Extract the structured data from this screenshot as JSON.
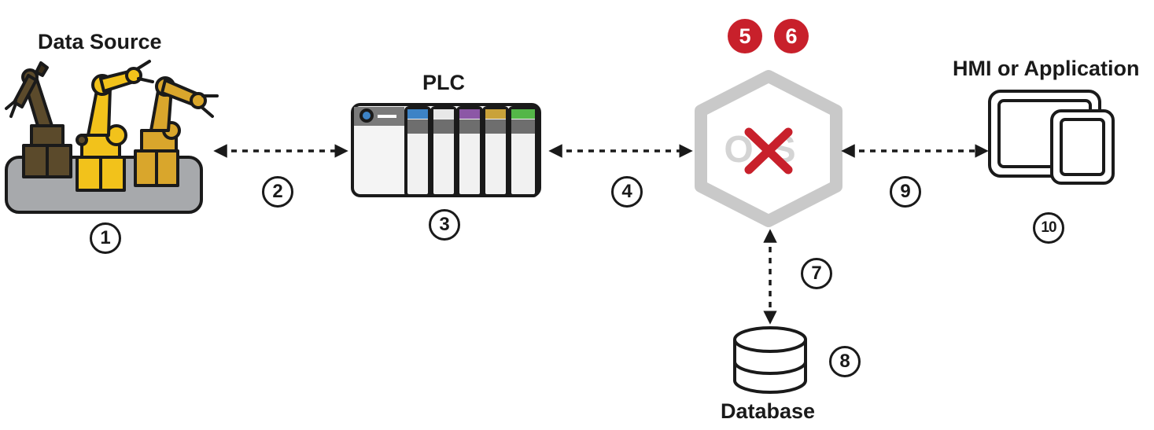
{
  "labels": {
    "data_source": "Data Source",
    "plc": "PLC",
    "hmi": "HMI or Application",
    "database": "Database"
  },
  "steps": {
    "s1": "1",
    "s2": "2",
    "s3": "3",
    "s4": "4",
    "s5": "5",
    "s6": "6",
    "s7": "7",
    "s8": "8",
    "s9": "9",
    "s10": "10"
  },
  "server_logo_text": "OS",
  "colors": {
    "ink": "#1a1a1a",
    "badge_red": "#c8202b",
    "hex_gray": "#c9c9c9",
    "robot_dark": "#5b4a2b",
    "robot_gold": "#d9a62c",
    "robot_yellow": "#f2c21b",
    "platform_gray": "#a7a9ac",
    "plc_blue": "#3d83c6",
    "plc_white": "#f1f1f1",
    "plc_purple": "#8c57a6",
    "plc_gold": "#c9a23a",
    "plc_green": "#54b648"
  },
  "icons": [
    "robot-arms-icon",
    "plc-icon",
    "server-hexagon-icon",
    "x-mark-icon",
    "hmi-tablet-icon",
    "database-icon"
  ]
}
